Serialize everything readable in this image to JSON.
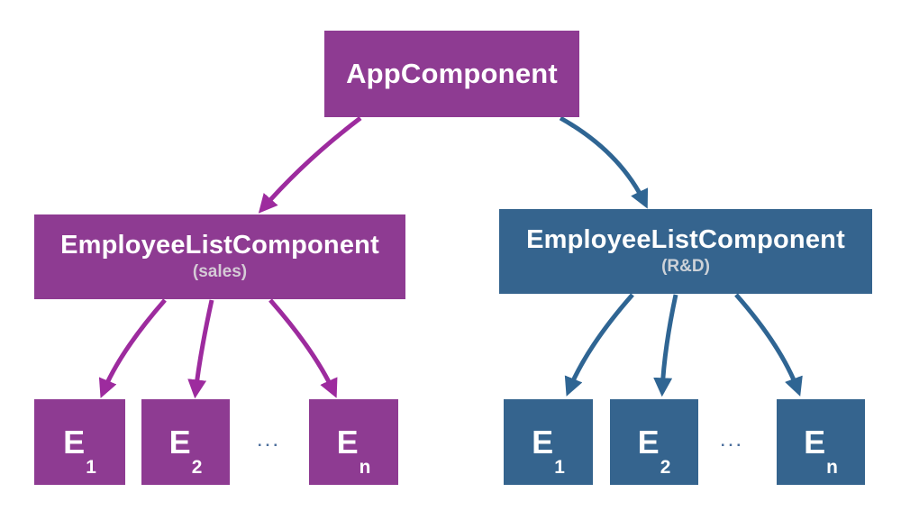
{
  "colors": {
    "purple_node": "#8e3b92",
    "purple_arrow": "#9d2b9e",
    "blue_node": "#35648e",
    "blue_arrow": "#2f6593",
    "subtitle_text": "#cdd2d8",
    "ellipsis_text": "#4a6d9b",
    "node_text": "#ffffff",
    "background": "#ffffff"
  },
  "root": {
    "label": "AppComponent"
  },
  "branches": [
    {
      "label": "EmployeeListComponent",
      "sublabel": "(sales)",
      "leaves": [
        {
          "base": "E",
          "sub": "1"
        },
        {
          "base": "E",
          "sub": "2"
        },
        {
          "base": "E",
          "sub": "n"
        }
      ],
      "ellipsis": "..."
    },
    {
      "label": "EmployeeListComponent",
      "sublabel": "(R&D)",
      "leaves": [
        {
          "base": "E",
          "sub": "1"
        },
        {
          "base": "E",
          "sub": "2"
        },
        {
          "base": "E",
          "sub": "n"
        }
      ],
      "ellipsis": "..."
    }
  ]
}
